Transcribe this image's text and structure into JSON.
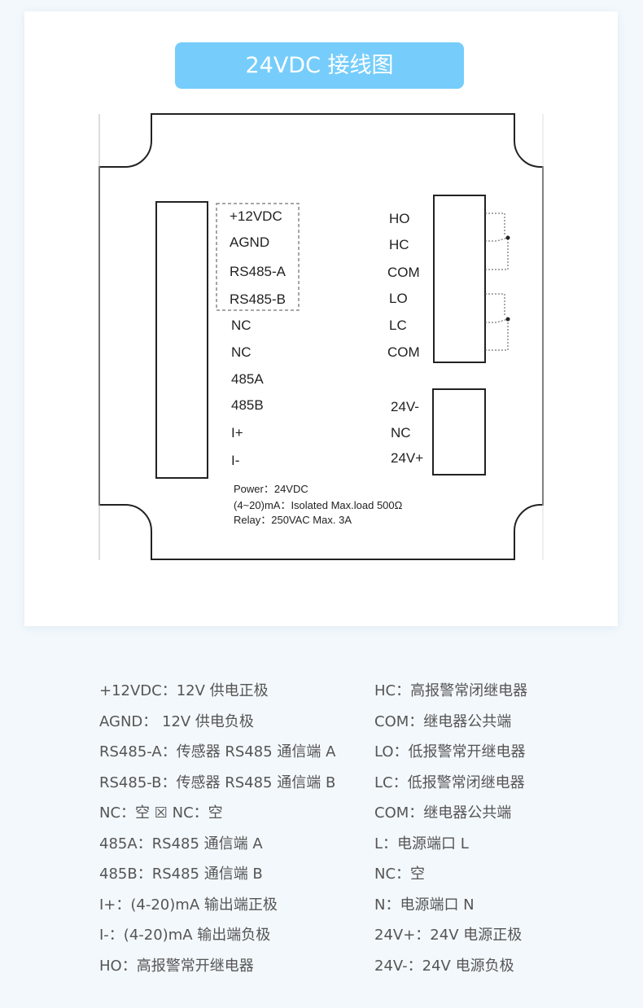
{
  "title": "24VDC 接线图",
  "diagram": {
    "left_block": [
      "+12VDC",
      "AGND",
      "RS485-A",
      "RS485-B",
      "NC",
      "NC",
      "485A",
      "485B",
      "I+",
      "I-"
    ],
    "relay_block": [
      "HO",
      "HC",
      "COM",
      "LO",
      "LC",
      "COM"
    ],
    "power_block": [
      "24V-",
      "NC",
      "24V+"
    ],
    "notes": [
      "Power：24VDC",
      "(4~20)mA：Isolated Max.load 500Ω",
      "Relay：250VAC Max. 3A"
    ]
  },
  "legend_left": [
    "+12VDC：12V 供电正极",
    "AGND： 12V 供电负极",
    "RS485-A：传感器 RS485 通信端 A",
    "RS485-B：传感器 RS485 通信端 B",
    "NC：空 ☒ NC：空",
    "485A：RS485 通信端 A",
    "485B：RS485 通信端 B",
    " I+：(4-20)mA 输出端正极",
    " I-：(4-20)mA 输出端负极",
    "HO：高报警常开继电器"
  ],
  "legend_right": [
    "HC：高报警常闭继电器",
    "COM：继电器公共端",
    "LO：低报警常开继电器",
    "LC：低报警常闭继电器",
    "COM：继电器公共端",
    "L：电源端口 L",
    "NC：空",
    "N：电源端口 N",
    "24V+：24V 电源正极",
    "24V-：24V 电源负极"
  ]
}
